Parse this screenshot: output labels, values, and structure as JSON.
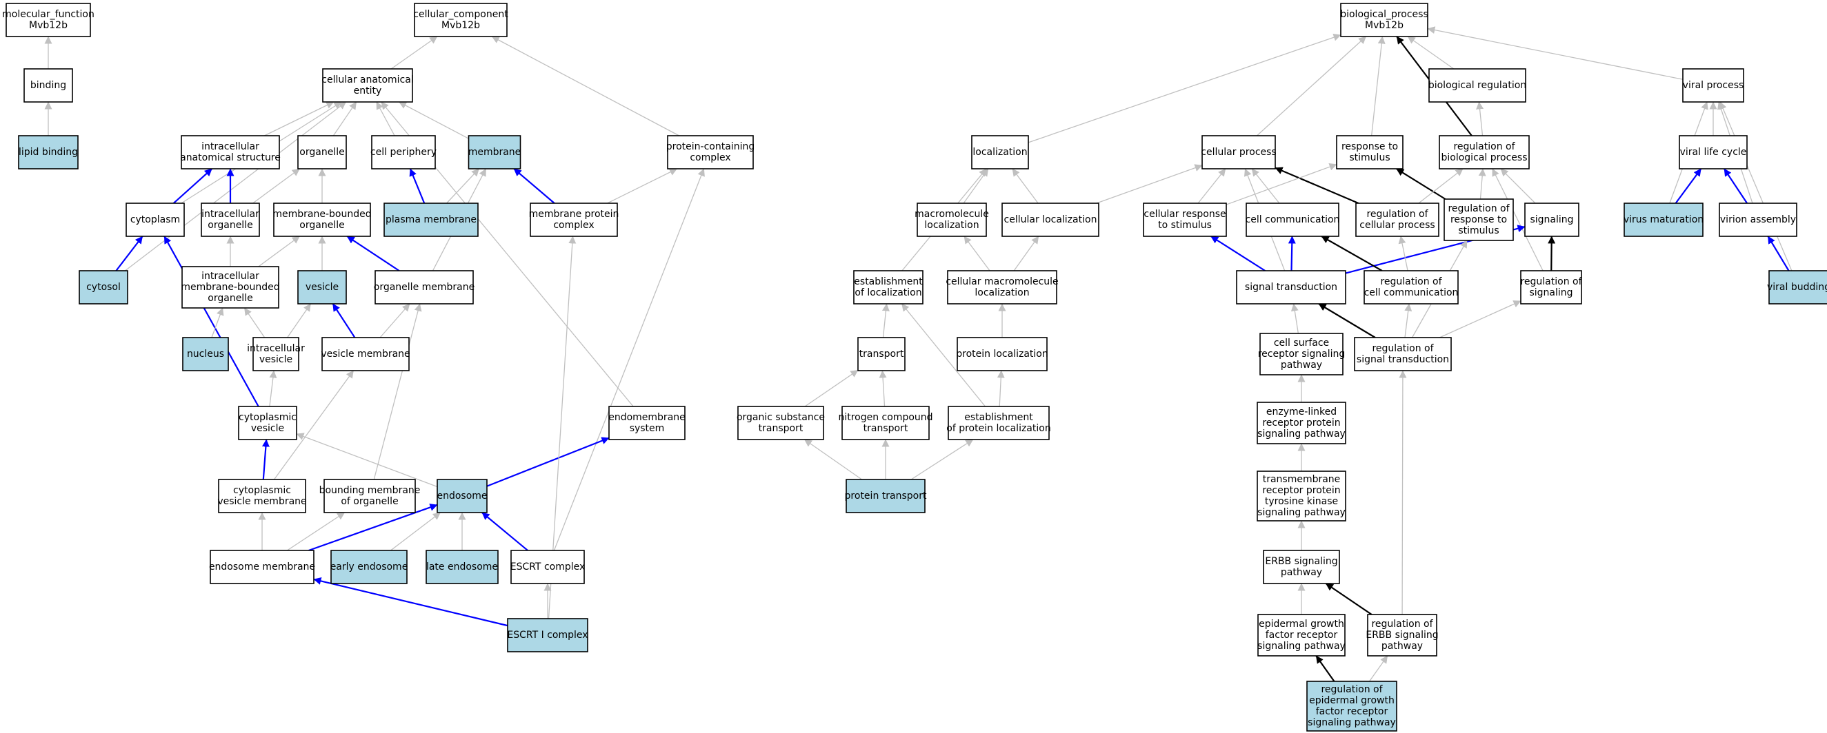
{
  "colors": {
    "highlight": "#add8e6",
    "plain": "#ffffff",
    "is_a": "#c0c0c0",
    "part_of": "#0000ff",
    "regulates": "#000000"
  },
  "nodes": {
    "mf_root": {
      "lines": [
        "molecular_function",
        "Mvb12b"
      ],
      "highlight": false
    },
    "binding": {
      "lines": [
        "binding"
      ],
      "highlight": false
    },
    "lipid_binding": {
      "lines": [
        "lipid binding"
      ],
      "highlight": true
    },
    "cc_root": {
      "lines": [
        "cellular_component",
        "Mvb12b"
      ],
      "highlight": false
    },
    "cae": {
      "lines": [
        "cellular anatomical",
        "entity"
      ],
      "highlight": false
    },
    "ias": {
      "lines": [
        "intracellular",
        "anatomical structure"
      ],
      "highlight": false
    },
    "organelle": {
      "lines": [
        "organelle"
      ],
      "highlight": false
    },
    "cell_periphery": {
      "lines": [
        "cell periphery"
      ],
      "highlight": false
    },
    "membrane": {
      "lines": [
        "membrane"
      ],
      "highlight": true
    },
    "pcc": {
      "lines": [
        "protein-containing",
        "complex"
      ],
      "highlight": false
    },
    "cytoplasm": {
      "lines": [
        "cytoplasm"
      ],
      "highlight": false
    },
    "io": {
      "lines": [
        "intracellular",
        "organelle"
      ],
      "highlight": false
    },
    "mbo": {
      "lines": [
        "membrane-bounded",
        "organelle"
      ],
      "highlight": false
    },
    "plasma_membrane": {
      "lines": [
        "plasma membrane"
      ],
      "highlight": true
    },
    "mpc": {
      "lines": [
        "membrane protein",
        "complex"
      ],
      "highlight": false
    },
    "cytosol": {
      "lines": [
        "cytosol"
      ],
      "highlight": true
    },
    "imbo": {
      "lines": [
        "intracellular",
        "membrane-bounded",
        "organelle"
      ],
      "highlight": false
    },
    "vesicle": {
      "lines": [
        "vesicle"
      ],
      "highlight": true
    },
    "organelle_membrane": {
      "lines": [
        "organelle membrane"
      ],
      "highlight": false
    },
    "nucleus": {
      "lines": [
        "nucleus"
      ],
      "highlight": true
    },
    "iv": {
      "lines": [
        "intracellular",
        "vesicle"
      ],
      "highlight": false
    },
    "vesicle_membrane": {
      "lines": [
        "vesicle membrane"
      ],
      "highlight": false
    },
    "cyto_vesicle": {
      "lines": [
        "cytoplasmic",
        "vesicle"
      ],
      "highlight": false
    },
    "endomembrane": {
      "lines": [
        "endomembrane",
        "system"
      ],
      "highlight": false
    },
    "cvm": {
      "lines": [
        "cytoplasmic",
        "vesicle membrane"
      ],
      "highlight": false
    },
    "bmo": {
      "lines": [
        "bounding membrane",
        "of organelle"
      ],
      "highlight": false
    },
    "endosome": {
      "lines": [
        "endosome"
      ],
      "highlight": true
    },
    "endosome_membrane": {
      "lines": [
        "endosome membrane"
      ],
      "highlight": false
    },
    "early_endosome": {
      "lines": [
        "early endosome"
      ],
      "highlight": true
    },
    "late_endosome": {
      "lines": [
        "late endosome"
      ],
      "highlight": true
    },
    "escrt": {
      "lines": [
        "ESCRT complex"
      ],
      "highlight": false
    },
    "escrt1": {
      "lines": [
        "ESCRT I complex"
      ],
      "highlight": true
    },
    "localization": {
      "lines": [
        "localization"
      ],
      "highlight": false
    },
    "macro_loc": {
      "lines": [
        "macromolecule",
        "localization"
      ],
      "highlight": false
    },
    "cell_loc": {
      "lines": [
        "cellular localization"
      ],
      "highlight": false
    },
    "est_loc": {
      "lines": [
        "establishment",
        "of localization"
      ],
      "highlight": false
    },
    "cmm_loc": {
      "lines": [
        "cellular macromolecule",
        "localization"
      ],
      "highlight": false
    },
    "transport": {
      "lines": [
        "transport"
      ],
      "highlight": false
    },
    "protein_loc": {
      "lines": [
        "protein localization"
      ],
      "highlight": false
    },
    "ost": {
      "lines": [
        "organic substance",
        "transport"
      ],
      "highlight": false
    },
    "nct": {
      "lines": [
        "nitrogen compound",
        "transport"
      ],
      "highlight": false
    },
    "epl": {
      "lines": [
        "establishment",
        "of protein localization"
      ],
      "highlight": false
    },
    "protein_transport": {
      "lines": [
        "protein transport"
      ],
      "highlight": true
    },
    "bp_root": {
      "lines": [
        "biological_process",
        "Mvb12b"
      ],
      "highlight": false
    },
    "bio_reg": {
      "lines": [
        "biological regulation"
      ],
      "highlight": false
    },
    "viral_process": {
      "lines": [
        "viral process"
      ],
      "highlight": false
    },
    "cell_process": {
      "lines": [
        "cellular process"
      ],
      "highlight": false
    },
    "rts": {
      "lines": [
        "response to",
        "stimulus"
      ],
      "highlight": false
    },
    "rbp": {
      "lines": [
        "regulation of",
        "biological process"
      ],
      "highlight": false
    },
    "vlc": {
      "lines": [
        "viral life cycle"
      ],
      "highlight": false
    },
    "crs": {
      "lines": [
        "cellular response",
        "to stimulus"
      ],
      "highlight": false
    },
    "cell_comm": {
      "lines": [
        "cell communication"
      ],
      "highlight": false
    },
    "rcp": {
      "lines": [
        "regulation of",
        "cellular process"
      ],
      "highlight": false
    },
    "rrs": {
      "lines": [
        "regulation of",
        "response to",
        "stimulus"
      ],
      "highlight": false
    },
    "signaling": {
      "lines": [
        "signaling"
      ],
      "highlight": false
    },
    "virus_maturation": {
      "lines": [
        "virus maturation"
      ],
      "highlight": true
    },
    "virion_assembly": {
      "lines": [
        "virion assembly"
      ],
      "highlight": false
    },
    "sig_trans": {
      "lines": [
        "signal transduction"
      ],
      "highlight": false
    },
    "rcc": {
      "lines": [
        "regulation of",
        "cell communication"
      ],
      "highlight": false
    },
    "rsig": {
      "lines": [
        "regulation of",
        "signaling"
      ],
      "highlight": false
    },
    "viral_budding": {
      "lines": [
        "viral budding"
      ],
      "highlight": true
    },
    "csrsp": {
      "lines": [
        "cell surface",
        "receptor signaling",
        "pathway"
      ],
      "highlight": false
    },
    "rst": {
      "lines": [
        "regulation of",
        "signal transduction"
      ],
      "highlight": false
    },
    "elrp": {
      "lines": [
        "enzyme-linked",
        "receptor protein",
        "signaling pathway"
      ],
      "highlight": false
    },
    "trptk": {
      "lines": [
        "transmembrane",
        "receptor protein",
        "tyrosine kinase",
        "signaling pathway"
      ],
      "highlight": false
    },
    "erbb": {
      "lines": [
        "ERBB signaling",
        "pathway"
      ],
      "highlight": false
    },
    "egfr": {
      "lines": [
        "epidermal growth",
        "factor receptor",
        "signaling pathway"
      ],
      "highlight": false
    },
    "rerbb": {
      "lines": [
        "regulation of",
        "ERBB signaling",
        "pathway"
      ],
      "highlight": false
    },
    "regfr": {
      "lines": [
        "regulation of",
        "epidermal growth",
        "factor receptor",
        "signaling pathway"
      ],
      "highlight": true
    }
  },
  "edges": [
    {
      "from": "binding",
      "to": "mf_root",
      "type": "is_a"
    },
    {
      "from": "lipid_binding",
      "to": "binding",
      "type": "is_a"
    },
    {
      "from": "cae",
      "to": "cc_root",
      "type": "is_a"
    },
    {
      "from": "pcc",
      "to": "cc_root",
      "type": "is_a"
    },
    {
      "from": "ias",
      "to": "cae",
      "type": "is_a"
    },
    {
      "from": "organelle",
      "to": "cae",
      "type": "is_a"
    },
    {
      "from": "cell_periphery",
      "to": "cae",
      "type": "is_a"
    },
    {
      "from": "membrane",
      "to": "cae",
      "type": "is_a"
    },
    {
      "from": "cytoplasm",
      "to": "cae",
      "type": "is_a"
    },
    {
      "from": "cytosol",
      "to": "cae",
      "type": "is_a"
    },
    {
      "from": "endomembrane",
      "to": "cae",
      "type": "is_a"
    },
    {
      "from": "cytoplasm",
      "to": "ias",
      "type": "part_of"
    },
    {
      "from": "io",
      "to": "ias",
      "type": "part_of"
    },
    {
      "from": "io",
      "to": "organelle",
      "type": "is_a"
    },
    {
      "from": "mbo",
      "to": "organelle",
      "type": "is_a"
    },
    {
      "from": "plasma_membrane",
      "to": "cell_periphery",
      "type": "part_of"
    },
    {
      "from": "plasma_membrane",
      "to": "membrane",
      "type": "is_a"
    },
    {
      "from": "mpc",
      "to": "membrane",
      "type": "part_of"
    },
    {
      "from": "organelle_membrane",
      "to": "membrane",
      "type": "is_a"
    },
    {
      "from": "mpc",
      "to": "pcc",
      "type": "is_a"
    },
    {
      "from": "escrt",
      "to": "pcc",
      "type": "is_a"
    },
    {
      "from": "cytosol",
      "to": "cytoplasm",
      "type": "part_of"
    },
    {
      "from": "cyto_vesicle",
      "to": "cytoplasm",
      "type": "part_of"
    },
    {
      "from": "imbo",
      "to": "io",
      "type": "is_a"
    },
    {
      "from": "imbo",
      "to": "mbo",
      "type": "is_a"
    },
    {
      "from": "vesicle",
      "to": "mbo",
      "type": "is_a"
    },
    {
      "from": "organelle_membrane",
      "to": "mbo",
      "type": "part_of"
    },
    {
      "from": "nucleus",
      "to": "imbo",
      "type": "is_a"
    },
    {
      "from": "iv",
      "to": "imbo",
      "type": "is_a"
    },
    {
      "from": "iv",
      "to": "vesicle",
      "type": "is_a"
    },
    {
      "from": "vesicle_membrane",
      "to": "vesicle",
      "type": "part_of"
    },
    {
      "from": "vesicle_membrane",
      "to": "organelle_membrane",
      "type": "is_a"
    },
    {
      "from": "bmo",
      "to": "organelle_membrane",
      "type": "is_a"
    },
    {
      "from": "cyto_vesicle",
      "to": "iv",
      "type": "is_a"
    },
    {
      "from": "cvm",
      "to": "cyto_vesicle",
      "type": "part_of"
    },
    {
      "from": "cvm",
      "to": "vesicle_membrane",
      "type": "is_a"
    },
    {
      "from": "endosome",
      "to": "cyto_vesicle",
      "type": "is_a"
    },
    {
      "from": "endosome",
      "to": "endomembrane",
      "type": "part_of"
    },
    {
      "from": "endosome_membrane",
      "to": "cvm",
      "type": "is_a"
    },
    {
      "from": "endosome_membrane",
      "to": "bmo",
      "type": "is_a"
    },
    {
      "from": "endosome_membrane",
      "to": "endosome",
      "type": "part_of"
    },
    {
      "from": "early_endosome",
      "to": "endosome",
      "type": "is_a"
    },
    {
      "from": "late_endosome",
      "to": "endosome",
      "type": "is_a"
    },
    {
      "from": "escrt",
      "to": "endosome",
      "type": "part_of"
    },
    {
      "from": "escrt1",
      "to": "escrt",
      "type": "is_a"
    },
    {
      "from": "escrt1",
      "to": "endosome_membrane",
      "type": "part_of"
    },
    {
      "from": "escrt1",
      "to": "mpc",
      "type": "is_a"
    },
    {
      "from": "localization",
      "to": "bp_root",
      "type": "is_a"
    },
    {
      "from": "cell_process",
      "to": "bp_root",
      "type": "is_a"
    },
    {
      "from": "rts",
      "to": "bp_root",
      "type": "is_a"
    },
    {
      "from": "bio_reg",
      "to": "bp_root",
      "type": "is_a"
    },
    {
      "from": "viral_process",
      "to": "bp_root",
      "type": "is_a"
    },
    {
      "from": "rbp",
      "to": "bp_root",
      "type": "regulates"
    },
    {
      "from": "rbp",
      "to": "bio_reg",
      "type": "is_a"
    },
    {
      "from": "macro_loc",
      "to": "localization",
      "type": "is_a"
    },
    {
      "from": "cell_loc",
      "to": "localization",
      "type": "is_a"
    },
    {
      "from": "est_loc",
      "to": "localization",
      "type": "is_a"
    },
    {
      "from": "cell_loc",
      "to": "cell_process",
      "type": "is_a"
    },
    {
      "from": "cmm_loc",
      "to": "macro_loc",
      "type": "is_a"
    },
    {
      "from": "cmm_loc",
      "to": "cell_loc",
      "type": "is_a"
    },
    {
      "from": "protein_loc",
      "to": "cmm_loc",
      "type": "is_a"
    },
    {
      "from": "transport",
      "to": "est_loc",
      "type": "is_a"
    },
    {
      "from": "epl",
      "to": "est_loc",
      "type": "is_a"
    },
    {
      "from": "epl",
      "to": "protein_loc",
      "type": "is_a"
    },
    {
      "from": "ost",
      "to": "transport",
      "type": "is_a"
    },
    {
      "from": "nct",
      "to": "transport",
      "type": "is_a"
    },
    {
      "from": "protein_transport",
      "to": "ost",
      "type": "is_a"
    },
    {
      "from": "protein_transport",
      "to": "nct",
      "type": "is_a"
    },
    {
      "from": "protein_transport",
      "to": "epl",
      "type": "is_a"
    },
    {
      "from": "crs",
      "to": "cell_process",
      "type": "is_a"
    },
    {
      "from": "cell_comm",
      "to": "cell_process",
      "type": "is_a"
    },
    {
      "from": "rcp",
      "to": "cell_process",
      "type": "regulates"
    },
    {
      "from": "sig_trans",
      "to": "cell_process",
      "type": "is_a"
    },
    {
      "from": "crs",
      "to": "rts",
      "type": "is_a"
    },
    {
      "from": "rrs",
      "to": "rts",
      "type": "regulates"
    },
    {
      "from": "rcp",
      "to": "rbp",
      "type": "is_a"
    },
    {
      "from": "rrs",
      "to": "rbp",
      "type": "is_a"
    },
    {
      "from": "signaling",
      "to": "rbp",
      "type": "is_a"
    },
    {
      "from": "rsig",
      "to": "rbp",
      "type": "is_a"
    },
    {
      "from": "vlc",
      "to": "viral_process",
      "type": "is_a"
    },
    {
      "from": "virus_maturation",
      "to": "viral_process",
      "type": "is_a"
    },
    {
      "from": "virion_assembly",
      "to": "viral_process",
      "type": "is_a"
    },
    {
      "from": "viral_budding",
      "to": "viral_process",
      "type": "is_a"
    },
    {
      "from": "virus_maturation",
      "to": "vlc",
      "type": "part_of"
    },
    {
      "from": "virion_assembly",
      "to": "vlc",
      "type": "part_of"
    },
    {
      "from": "viral_budding",
      "to": "virion_assembly",
      "type": "part_of"
    },
    {
      "from": "sig_trans",
      "to": "crs",
      "type": "part_of"
    },
    {
      "from": "sig_trans",
      "to": "cell_comm",
      "type": "part_of"
    },
    {
      "from": "sig_trans",
      "to": "signaling",
      "type": "part_of"
    },
    {
      "from": "rcc",
      "to": "cell_comm",
      "type": "regulates"
    },
    {
      "from": "rcc",
      "to": "rcp",
      "type": "is_a"
    },
    {
      "from": "rsig",
      "to": "signaling",
      "type": "regulates"
    },
    {
      "from": "rst",
      "to": "sig_trans",
      "type": "regulates"
    },
    {
      "from": "rst",
      "to": "rcc",
      "type": "is_a"
    },
    {
      "from": "rst",
      "to": "rsig",
      "type": "is_a"
    },
    {
      "from": "rst",
      "to": "rrs",
      "type": "is_a"
    },
    {
      "from": "csrsp",
      "to": "sig_trans",
      "type": "is_a"
    },
    {
      "from": "elrp",
      "to": "csrsp",
      "type": "is_a"
    },
    {
      "from": "trptk",
      "to": "elrp",
      "type": "is_a"
    },
    {
      "from": "erbb",
      "to": "trptk",
      "type": "is_a"
    },
    {
      "from": "egfr",
      "to": "erbb",
      "type": "is_a"
    },
    {
      "from": "rerbb",
      "to": "erbb",
      "type": "regulates"
    },
    {
      "from": "rerbb",
      "to": "rst",
      "type": "is_a"
    },
    {
      "from": "regfr",
      "to": "egfr",
      "type": "regulates"
    },
    {
      "from": "regfr",
      "to": "rerbb",
      "type": "is_a"
    }
  ]
}
